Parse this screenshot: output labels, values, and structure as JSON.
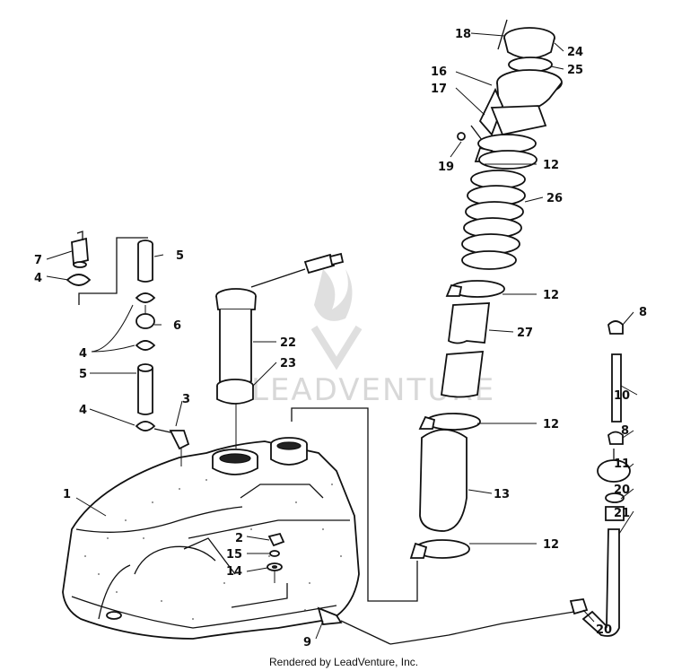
{
  "watermark": {
    "text": "LEADVENTURE"
  },
  "footer": {
    "credit": "Rendered by LeadVenture, Inc."
  },
  "callouts": [
    {
      "label": "1"
    },
    {
      "label": "2"
    },
    {
      "label": "3"
    },
    {
      "label": "4"
    },
    {
      "label": "4"
    },
    {
      "label": "4"
    },
    {
      "label": "5"
    },
    {
      "label": "5"
    },
    {
      "label": "6"
    },
    {
      "label": "7"
    },
    {
      "label": "8"
    },
    {
      "label": "8"
    },
    {
      "label": "9"
    },
    {
      "label": "10"
    },
    {
      "label": "11"
    },
    {
      "label": "12"
    },
    {
      "label": "12"
    },
    {
      "label": "12"
    },
    {
      "label": "12"
    },
    {
      "label": "13"
    },
    {
      "label": "14"
    },
    {
      "label": "15"
    },
    {
      "label": "16"
    },
    {
      "label": "17"
    },
    {
      "label": "18"
    },
    {
      "label": "19"
    },
    {
      "label": "20"
    },
    {
      "label": "20"
    },
    {
      "label": "21"
    },
    {
      "label": "22"
    },
    {
      "label": "23"
    },
    {
      "label": "24"
    },
    {
      "label": "25"
    },
    {
      "label": "26"
    },
    {
      "label": "27"
    }
  ]
}
